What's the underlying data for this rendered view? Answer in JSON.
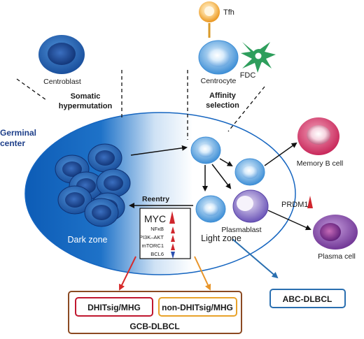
{
  "labels": {
    "tfh": "Tfh",
    "centroblast": "Centroblast",
    "centrocyte": "Centrocyte",
    "fdc": "FDC",
    "somatic_1": "Somatic",
    "somatic_2": "hypermutation",
    "affinity_1": "Affinity",
    "affinity_2": "selection",
    "germinal_1": "Germinal",
    "germinal_2": "center",
    "memory_b": "Memory B cell",
    "reentry": "Reentry",
    "prdm1": "PRDM1",
    "plasmablast": "Plasmablast",
    "light_zone": "Light zone",
    "dark_zone": "Dark zone",
    "plasma_cell": "Plasma cell",
    "abc": "ABC-DLBCL",
    "dhit": "DHITsig/MHG",
    "non_dhit": "non-DHITsig/MHG",
    "gcb": "GCB-DLBCL"
  },
  "pathway_box": {
    "title": "MYC",
    "items": [
      "NFκB",
      "PI3K–AKT",
      "mTORC1",
      "BCL6"
    ]
  },
  "colors": {
    "dark_zone": "#1565c0",
    "cell_blue": "#2f78c8",
    "tfh_orange": "#f2a531",
    "fdc_green": "#2e9e5c",
    "memory_pink": "#d93b6a",
    "plasma_purple": "#7b3fa0",
    "up_red": "#d0262d",
    "down_blue": "#2a4fb0",
    "arrow_red": "#d72b2b",
    "arrow_orange": "#e8952a",
    "abc_blue": "#2a6fb0",
    "gcb_brown": "#8b4a22"
  }
}
